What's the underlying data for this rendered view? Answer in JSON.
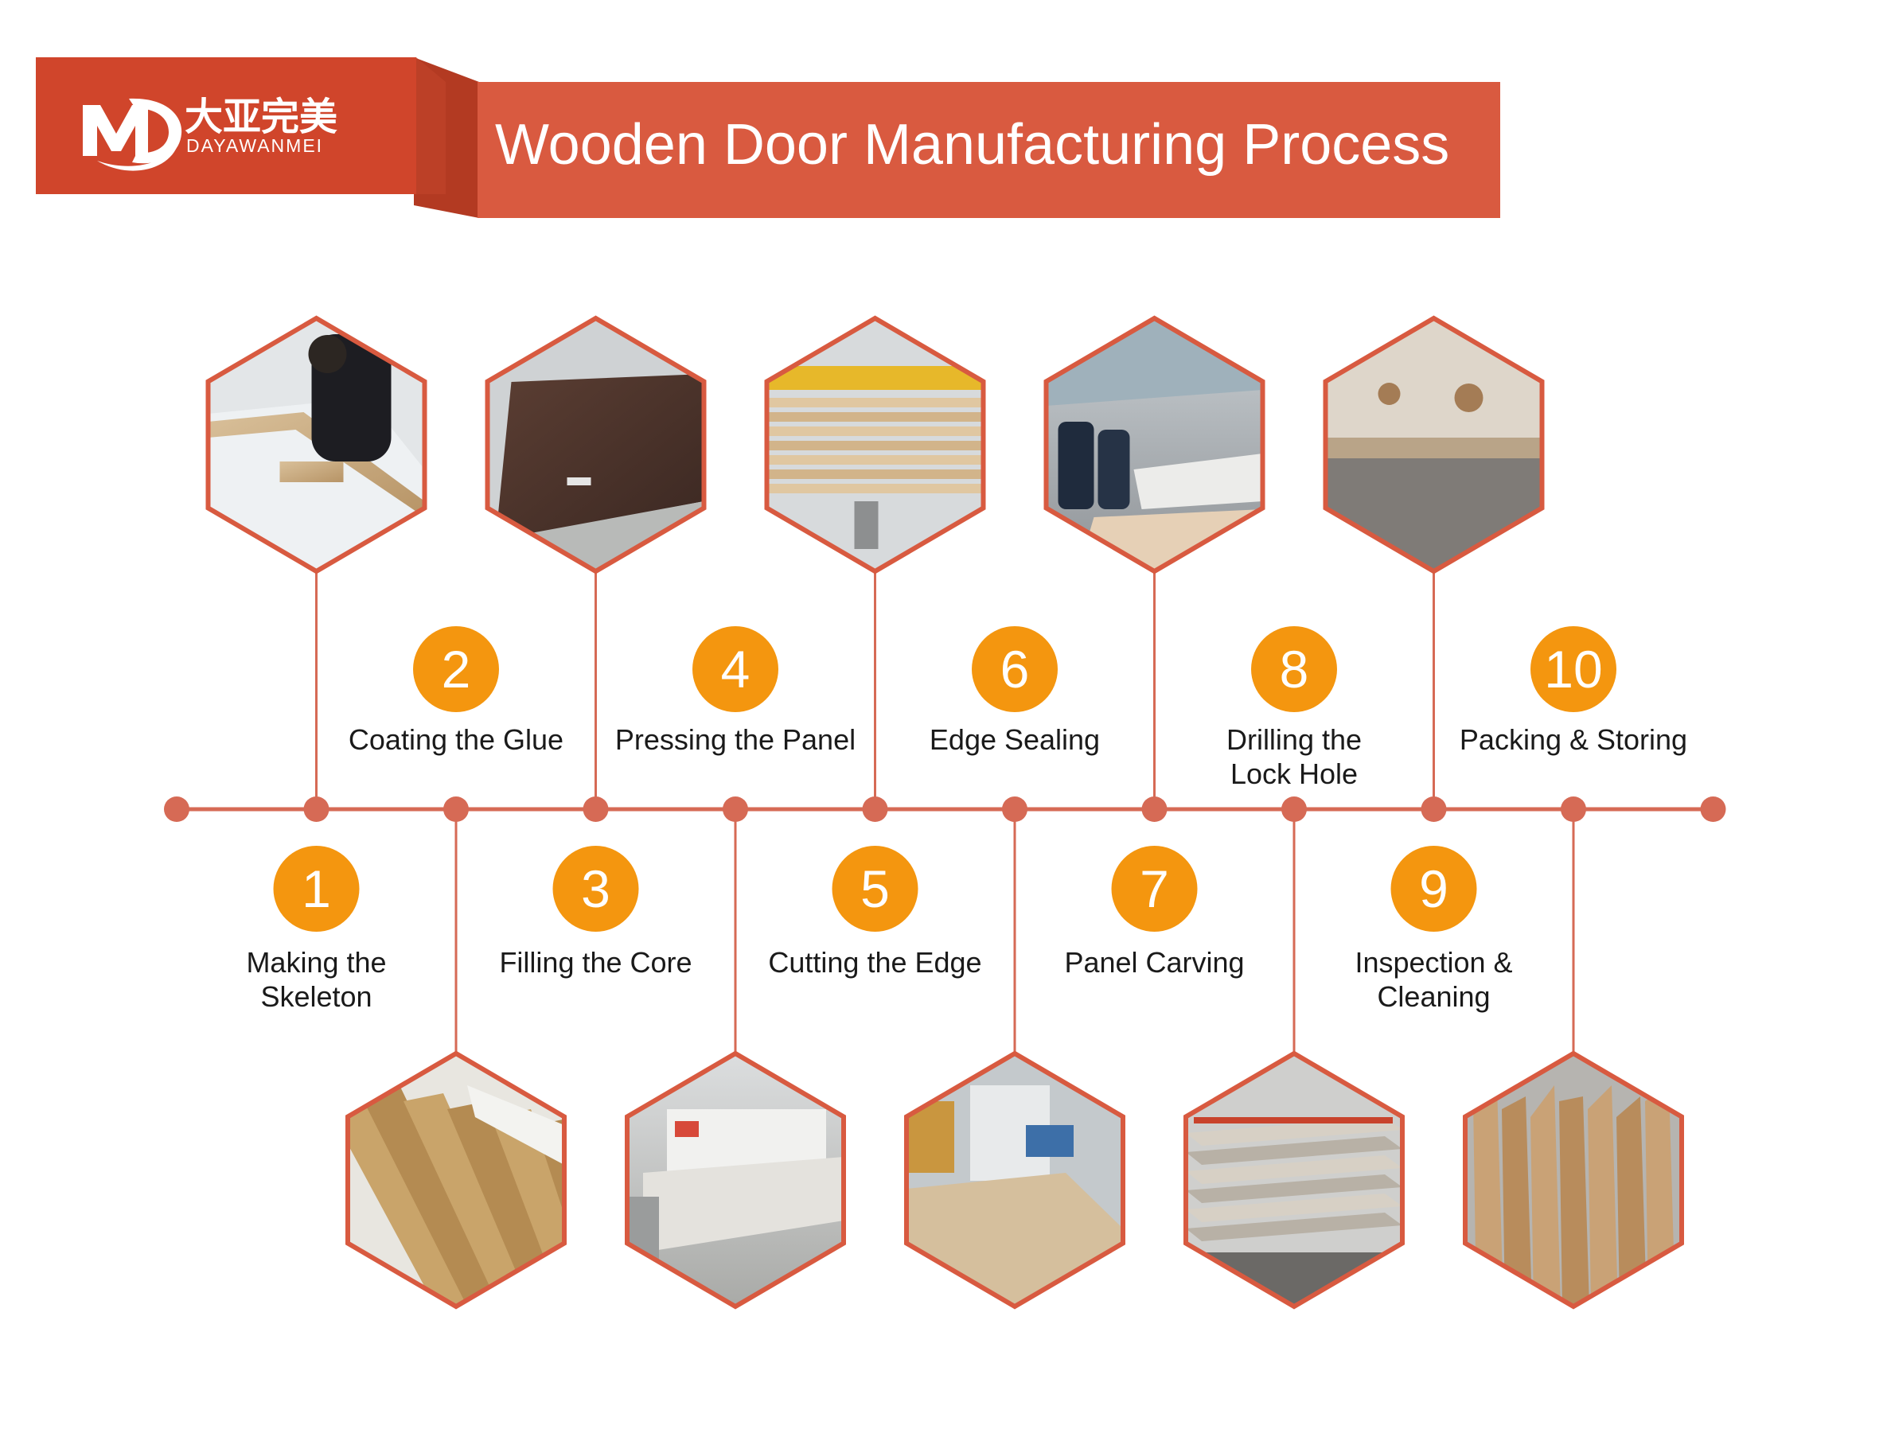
{
  "header": {
    "logo_cn": "大亚完美",
    "logo_en": "DAYAWANMEI",
    "title": "Wooden Door Manufacturing Process"
  },
  "colors": {
    "brand_red": "#d0452b",
    "title_bar": "#d95a40",
    "title_bar_dark": "#b33a22",
    "timeline": "#d66a55",
    "badge": "#f4960f",
    "hex_border": "#d85a40",
    "text": "#1a1a1a"
  },
  "steps": [
    {
      "number": "1",
      "label_lines": [
        "Making the",
        "Skeleton"
      ],
      "photo": "worker-assembling-door-frame"
    },
    {
      "number": "2",
      "label_lines": [
        "Coating the Glue"
      ],
      "photo": "glue-coated-honeycomb-strips"
    },
    {
      "number": "3",
      "label_lines": [
        "Filling the Core"
      ],
      "photo": "dark-wood-veneer-panel"
    },
    {
      "number": "4",
      "label_lines": [
        "Pressing the Panel"
      ],
      "photo": "panel-press-machine"
    },
    {
      "number": "5",
      "label_lines": [
        "Cutting the Edge"
      ],
      "photo": "stacked-panels-in-saw"
    },
    {
      "number": "6",
      "label_lines": [
        "Edge Sealing"
      ],
      "photo": "cnc-edge-machine"
    },
    {
      "number": "7",
      "label_lines": [
        "Panel Carving"
      ],
      "photo": "workers-at-carving-machine"
    },
    {
      "number": "8",
      "label_lines": [
        "Drilling the",
        "Lock Hole"
      ],
      "photo": "stacked-finished-doors"
    },
    {
      "number": "9",
      "label_lines": [
        "Inspection &",
        "Cleaning"
      ],
      "photo": "drilled-lock-holes"
    },
    {
      "number": "10",
      "label_lines": [
        "Packing & Storing"
      ],
      "photo": "packed-doors-in-warehouse"
    }
  ]
}
